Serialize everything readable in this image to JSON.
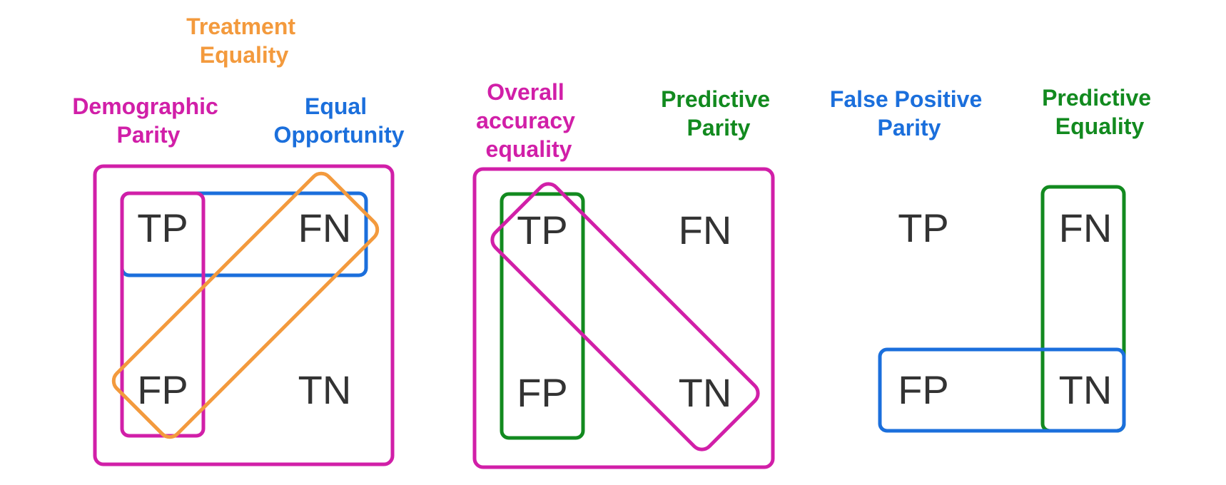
{
  "colors": {
    "magenta": "#d11fa8",
    "blue": "#1b6fdc",
    "orange": "#f39a3d",
    "green": "#128a1f",
    "cell_text": "#333333"
  },
  "cells": {
    "tp": "TP",
    "fn": "FN",
    "fp": "FP",
    "tn": "TN"
  },
  "labels": {
    "treatment_equality": [
      "Treatment",
      "Equality"
    ],
    "demographic_parity": [
      "Demographic",
      "Parity"
    ],
    "equal_opportunity": [
      "Equal",
      "Opportunity"
    ],
    "overall_accuracy_equality": [
      "Overall",
      "accuracy",
      "equality"
    ],
    "predictive_parity": [
      "Predictive",
      "Parity"
    ],
    "false_positive_parity": [
      "False Positive",
      "Parity"
    ],
    "predictive_equality": [
      "Predictive",
      "Equality"
    ]
  }
}
